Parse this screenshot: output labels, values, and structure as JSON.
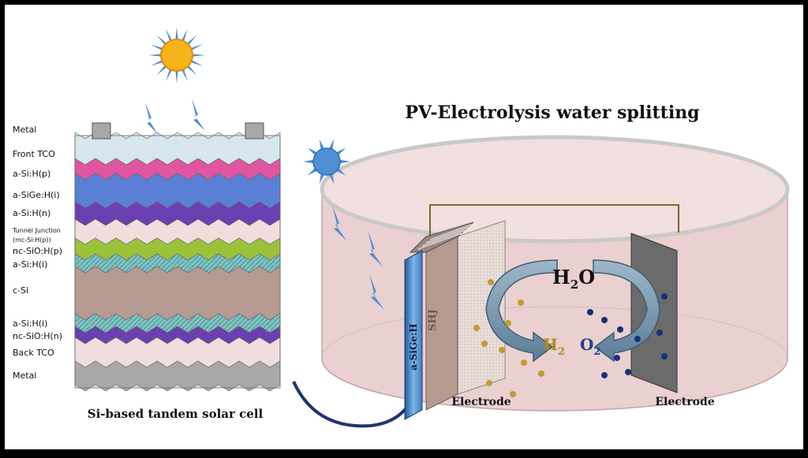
{
  "left_panel": {
    "title": "Si-based tandem solar cell",
    "layers": [
      {
        "label": "Metal",
        "color": "#a8a8a8"
      },
      {
        "label": "Front TCO",
        "color": "#cfe3ec"
      },
      {
        "label": "a-Si:H(p)",
        "color": "#e0559f"
      },
      {
        "label": "a-SiGe:H(i)",
        "color": "#5b7fd6"
      },
      {
        "label": "a-Si:H(n)",
        "color": "#6c3fb0"
      },
      {
        "label": "Tunnel Junction",
        "color": "#f0dede"
      },
      {
        "label": "(mc-Si:H(p))",
        "color": "#f0dede"
      },
      {
        "label": "nc-SiO:H(p)",
        "color": "#9cc23a"
      },
      {
        "label": "a-Si:H(i)",
        "color": "#7fc3c3"
      },
      {
        "label": "c-Si",
        "color": "#b59a92"
      },
      {
        "label": "a-Si:H(i)",
        "color": "#7fc3c3"
      },
      {
        "label": "nc-SiO:H(n)",
        "color": "#6c3fb0"
      },
      {
        "label": "Back TCO",
        "color": "#f0dede"
      },
      {
        "label": "Metal",
        "color": "#a8a8a8"
      }
    ]
  },
  "right_panel": {
    "title": "PV-Electrolysis water splitting",
    "cell_label": "a-SiGe:H",
    "shj_label": "SHJ",
    "molecule_h2o": "H",
    "molecule_h2o_sub": "2",
    "molecule_h2o_tail": "O",
    "molecule_h2": "H",
    "molecule_h2_sub": "2",
    "molecule_o2": "O",
    "molecule_o2_sub": "2",
    "electrode_left": "Electrode",
    "electrode_right": "Electrode"
  },
  "colors": {
    "tank": "#ead0d1",
    "sun": "#f6b31a",
    "sun_blue": "#4f8fd4",
    "h2_text": "#b88a1c",
    "o2_text": "#1f3f8a",
    "h2_bubble": "#c49a30",
    "o2_bubble": "#14327a"
  }
}
